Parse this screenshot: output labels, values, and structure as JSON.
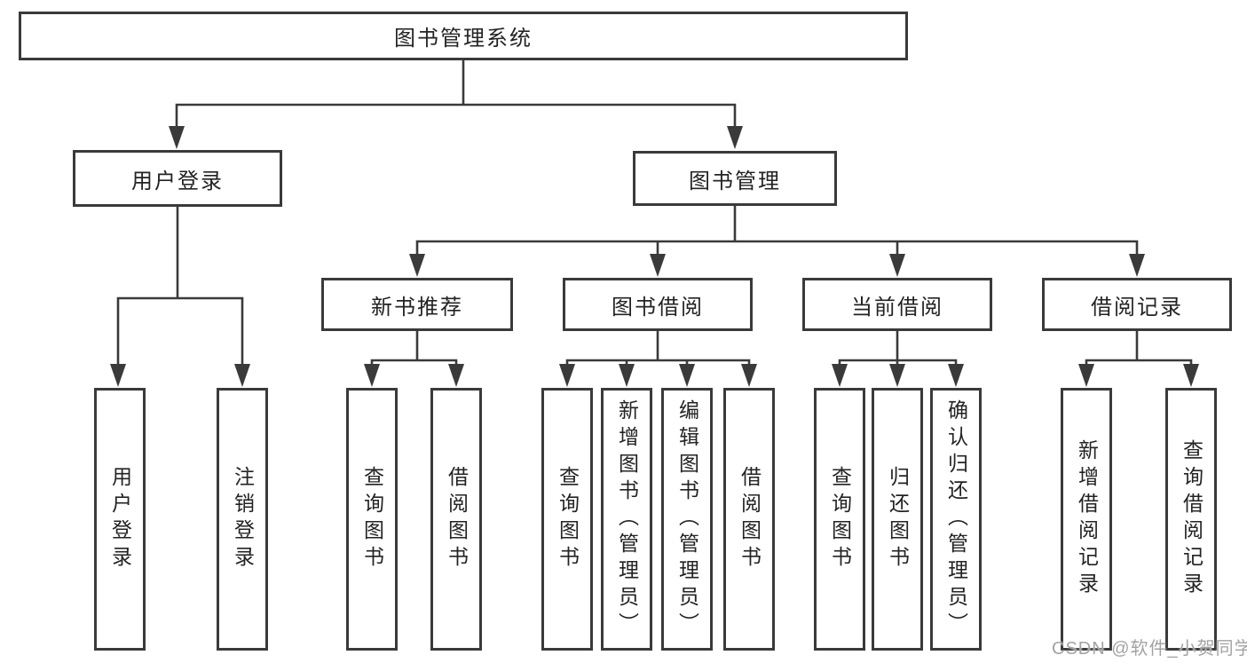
{
  "diagram": {
    "title": "图书管理系统",
    "branches": [
      {
        "label": "用户登录",
        "children": [
          {
            "label": "用户登录"
          },
          {
            "label": "注销登录"
          }
        ]
      },
      {
        "label": "图书管理",
        "children": [
          {
            "label": "新书推荐",
            "children": [
              {
                "label": "查询图书"
              },
              {
                "label": "借阅图书"
              }
            ]
          },
          {
            "label": "图书借阅",
            "children": [
              {
                "label": "查询图书"
              },
              {
                "label": "新增图书（管理员）"
              },
              {
                "label": "编辑图书（管理员）"
              },
              {
                "label": "借阅图书"
              }
            ]
          },
          {
            "label": "当前借阅",
            "children": [
              {
                "label": "查询图书"
              },
              {
                "label": "归还图书"
              },
              {
                "label": "确认归还（管理员）"
              }
            ]
          },
          {
            "label": "借阅记录",
            "children": [
              {
                "label": "新增借阅记录"
              },
              {
                "label": "查询借阅记录"
              }
            ]
          }
        ]
      }
    ],
    "colors": {
      "line": "#3a3a3a",
      "text": "#232323",
      "background": "#ffffff"
    }
  },
  "watermark": {
    "text": "CSDN @软件_小贺同学",
    "color": "#a3a3a3"
  }
}
